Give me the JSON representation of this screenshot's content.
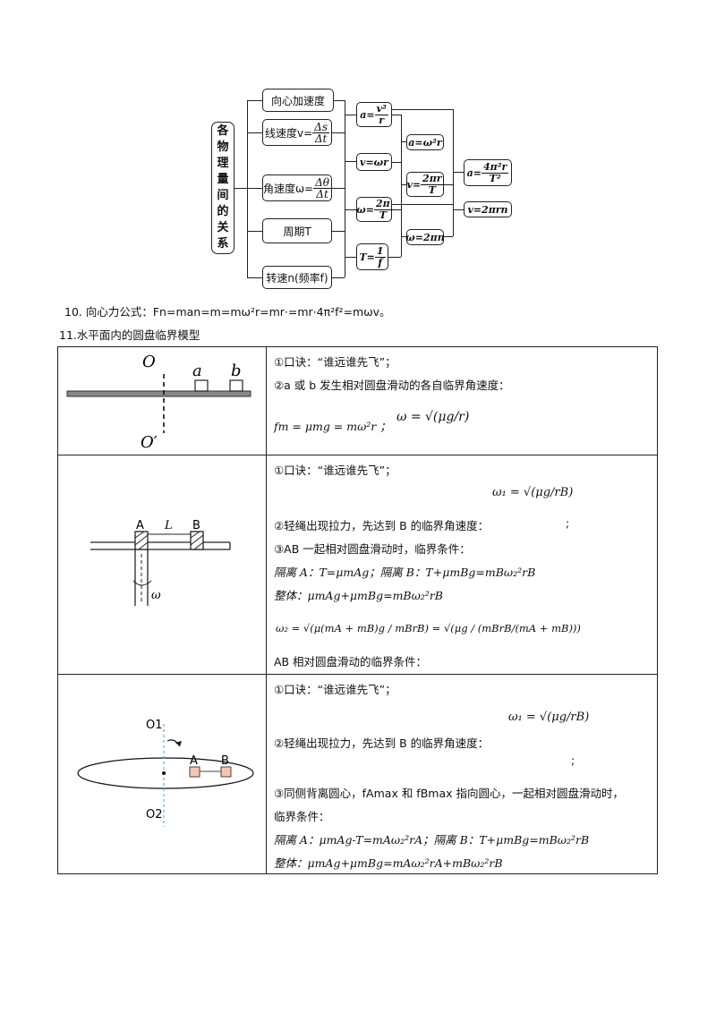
{
  "diagram": {
    "vertical_title": [
      "各",
      "物",
      "理",
      "量",
      "间",
      "的",
      "关",
      "系"
    ],
    "boxes": {
      "centripetal": "向心加速度",
      "linear_speed": "线速度v=",
      "linear_num": "Δs",
      "linear_den": "Δt",
      "angular_speed": "角速度ω=",
      "angular_num": "Δθ",
      "angular_den": "Δt",
      "period": "周期T",
      "rotation": "转速n(频率f)"
    },
    "formulas": {
      "a_v2r_l": "a=",
      "a_v2r_n": "v²",
      "a_v2r_d": "r",
      "a_w2r": "a=ω²r",
      "v_wr": "v=ωr",
      "v_2pir_l": "v=",
      "v_2pir_n": "2πr",
      "v_2pir_d": "T",
      "a_4pi_l": "a=",
      "a_4pi_n": "4π²r",
      "a_4pi_d": "T²",
      "w_2pi_l": "ω=",
      "w_2pi_n": "2π",
      "w_2pi_d": "T",
      "v_2pirn": "v=2πrn",
      "T_1f_l": "T=",
      "T_1f_n": "1",
      "T_1f_d": "f",
      "w_2pin": "ω=2πn"
    }
  },
  "item10": "10. 向心力公式：Fn=man=m=mω²r=mr·=mr·4π²f²=mωv。",
  "item11": "11.水平面内的圆盘临界模型",
  "rows": [
    {
      "fig_labels": {
        "O": "O",
        "O2": "O′",
        "a": "a",
        "b": "b"
      },
      "lines": [
        "①口诀：“谁远谁先飞”；",
        "②a 或 b 发生相对圆盘滑动的各自临界角速度：",
        "fm = μmg = mω²r ；",
        "ω = √(μg/r)"
      ]
    },
    {
      "fig_labels": {
        "A": "A",
        "B": "B",
        "L": "L",
        "w": "ω"
      },
      "lines": [
        "①口诀：“谁远谁先飞”；",
        "ω₁ = √(μg/rB)",
        "②轻绳出现拉力，先达到 B 的临界角速度：",
        ";",
        "③AB 一起相对圆盘滑动时，临界条件：",
        "隔离 A：T=μmAg；隔离 B：T+μmBg=mBω₂²rB",
        "整体：μmAg+μmBg=mBω₂²rB",
        "ω₂ = √(μ(mA + mB)g / mBrB) = √(μg / (mBrB/(mA + mB)))",
        "AB 相对圆盘滑动的临界条件："
      ]
    },
    {
      "fig_labels": {
        "O1": "O1",
        "O2": "O2",
        "A": "A",
        "B": "B"
      },
      "lines": [
        "①口诀：“谁远谁先飞”；",
        "ω₁ = √(μg/rB)",
        "②轻绳出现拉力，先达到 B 的临界角速度：",
        ";",
        "③同侧背离圆心，fAmax 和 fBmax 指向圆心，一起相对圆盘滑动时，",
        "临界条件：",
        "隔离 A：μmAg-T=mAω₂²rA；隔离 B：T+μmBg=mBω₂²rB",
        "整体：μmAg+μmBg=mAω₂²rA+mBω₂²rB"
      ]
    }
  ]
}
